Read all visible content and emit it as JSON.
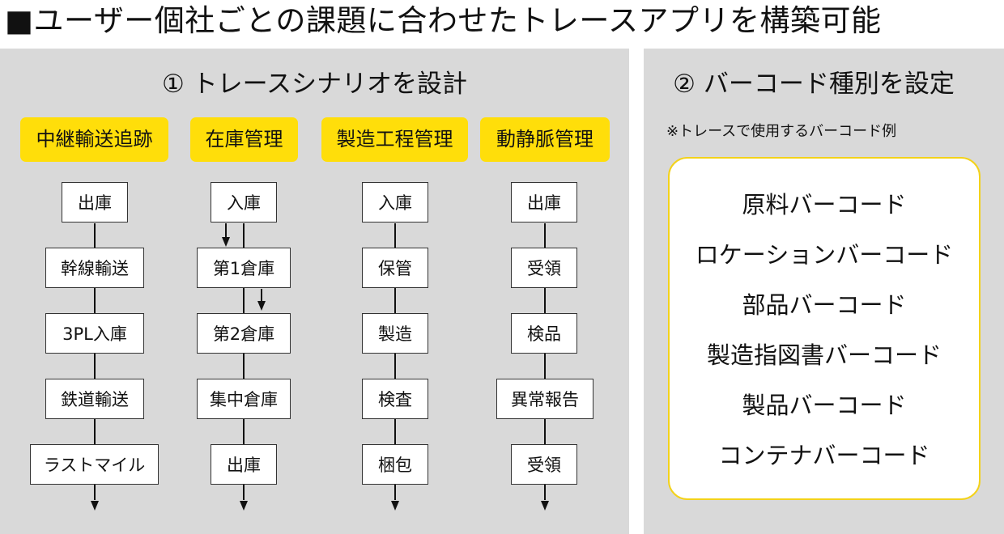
{
  "title": "■ユーザー個社ごとの課題に合わせたトレースアプリを構築可能",
  "left_panel": {
    "heading": "① トレースシナリオを設計",
    "columns": [
      {
        "category": "中継輸送追跡",
        "steps": [
          "出庫",
          "幹線輸送",
          "3PL入庫",
          "鉄道輸送",
          "ラストマイル"
        ]
      },
      {
        "category": "在庫管理",
        "steps": [
          "入庫",
          "第1倉庫",
          "第2倉庫",
          "集中倉庫",
          "出庫"
        ]
      },
      {
        "category": "製造工程管理",
        "steps": [
          "入庫",
          "保管",
          "製造",
          "検査",
          "梱包"
        ]
      },
      {
        "category": "動静脈管理",
        "steps": [
          "出庫",
          "受領",
          "検品",
          "異常報告",
          "受領"
        ]
      }
    ]
  },
  "right_panel": {
    "heading": "② バーコード種別を設定",
    "note": "※トレースで使用するバーコード例",
    "barcodes": [
      "原料バーコード",
      "ロケーションバーコード",
      "部品バーコード",
      "製造指図書バーコード",
      "製品バーコード",
      "コンテナバーコード"
    ]
  },
  "colors": {
    "accent_yellow": "#ffde0a",
    "panel_gray": "#d9d9d9",
    "box_border": "#f3d21a"
  }
}
